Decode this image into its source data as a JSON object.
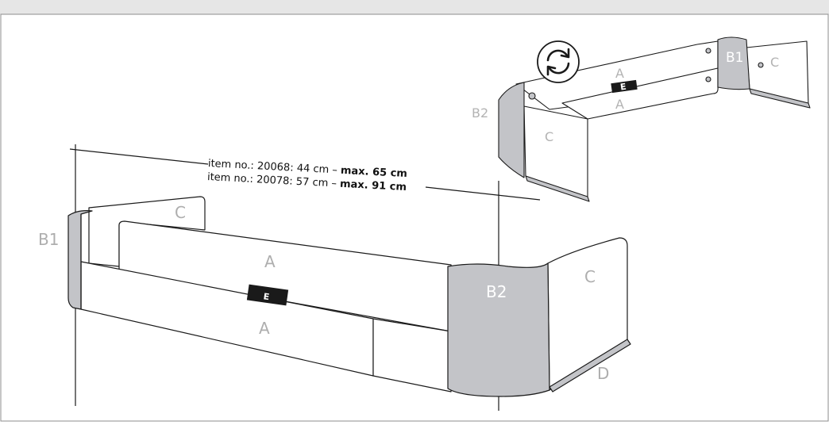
{
  "colors": {
    "top_band": "#e6e6e6",
    "panel_gray": "#c3c4c8",
    "label_gray": "#aeaeae",
    "line": "#1a1a1a",
    "tag": "#1a1a1a"
  },
  "main": {
    "labels": {
      "b1": "B1",
      "b2": "B2",
      "a_top": "A",
      "a_bottom": "A",
      "c_back": "C",
      "c_right": "C",
      "d": "D",
      "e": "E"
    },
    "notes": {
      "line1_prefix": "item no.: 20068: 44 cm – ",
      "line1_bold": "max. 65 cm",
      "line2_prefix": "item no.: 20078: 57 cm – ",
      "line2_bold": "max. 91 cm"
    }
  },
  "inset": {
    "rotate_icon": "rotate-arrows-icon",
    "labels": {
      "b1": "B1",
      "b2": "B2",
      "a_top": "A",
      "a_bottom": "A",
      "c_left": "C",
      "c_right": "C",
      "e": "E"
    }
  }
}
